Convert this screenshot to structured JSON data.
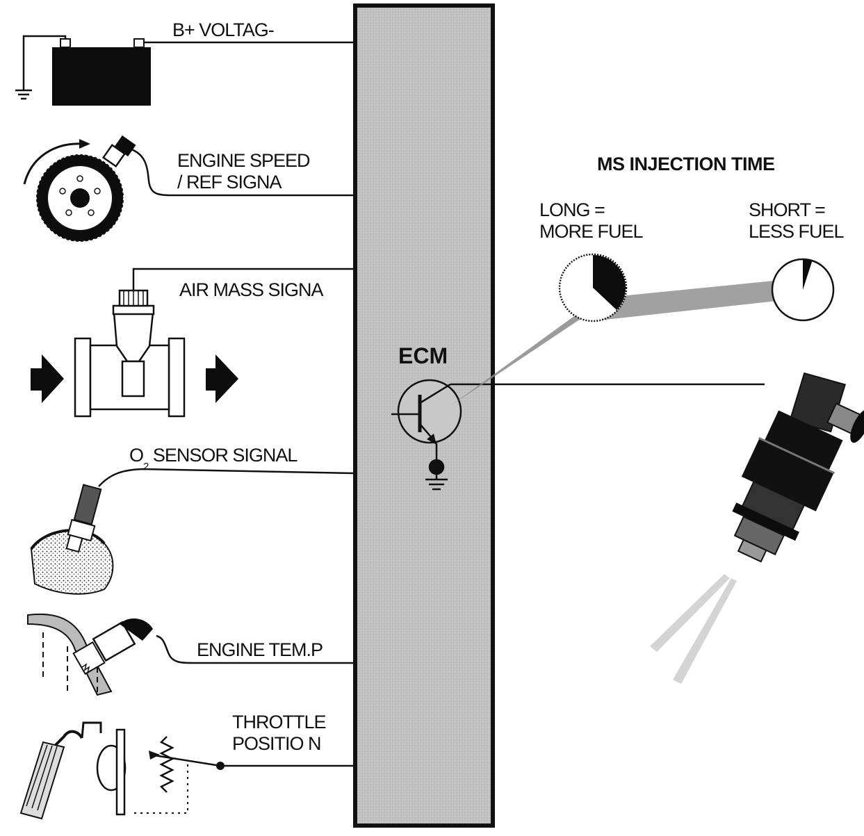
{
  "ecm": {
    "label": "ECM"
  },
  "inputs": {
    "battery": {
      "label": "B+ VOLTAG-"
    },
    "engine_speed": {
      "line1": "ENGINE SPEED",
      "line2": "/ REF SIGNA"
    },
    "air_mass": {
      "label": "AIR MASS SIGNA"
    },
    "o2_sensor": {
      "label_a": "O",
      "label_sub": "2",
      "label_b": "SENSOR SIGNAL"
    },
    "engine_temp": {
      "label": "ENGINE TEM.P"
    },
    "throttle": {
      "line1": "THROTTLE",
      "line2": "POSITIO N"
    }
  },
  "injection": {
    "title": "MS INJECTION TIME",
    "long": {
      "line1": "LONG =",
      "line2": "MORE FUEL",
      "fraction": 0.37
    },
    "short": {
      "line1": "SHORT =",
      "line2": "LESS FUEL",
      "fraction": 0.05
    }
  },
  "colors": {
    "ink": "#111111",
    "ecm_fill": "#bdbdbd",
    "beam": "#8a8a8a",
    "spray": "#cfcfcf"
  }
}
